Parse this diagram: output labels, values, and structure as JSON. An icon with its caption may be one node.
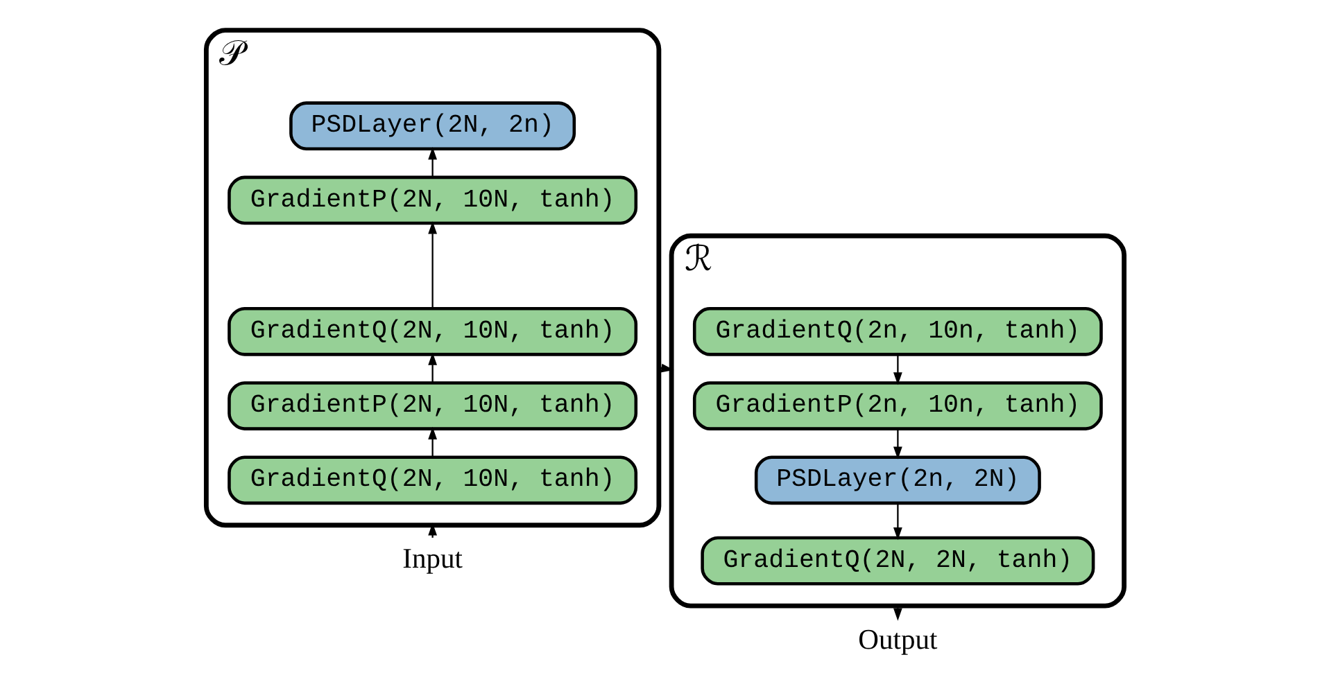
{
  "diagram": {
    "nodes": [
      {
        "text": [
          "𝒫"
        ]
      },
      {
        "text": [
          "PSDLayer(2N, 2n)"
        ],
        "in": 0
      },
      {
        "text": [
          "GradientP(2N, 10N, tanh)"
        ],
        "in": 0
      },
      {
        "text": [
          "GradientQ(2N, 10N, tanh)"
        ],
        "in": 0
      },
      {
        "text": [
          "GradientP(2N, 10N, tanh)"
        ],
        "in": 0
      },
      {
        "text": [
          "GradientQ(2N, 10N, tanh)"
        ],
        "in": 0
      },
      {
        "text": [
          "ℛ"
        ]
      },
      {
        "text": [
          "GradientQ(2n, 10n, tanh)"
        ],
        "in": 6
      },
      {
        "text": [
          "GradientP(2n, 10n, tanh)"
        ],
        "in": 6
      },
      {
        "text": [
          "PSDLayer(2n, 2N)"
        ],
        "in": 6
      },
      {
        "text": [
          "GradientQ(2N, 2N, tanh)"
        ],
        "in": 6
      },
      {
        "text": [
          "Input"
        ]
      },
      {
        "text": [
          "Output"
        ]
      }
    ],
    "edges": [
      {
        "from": 11,
        "to": 0,
        "arrow": "to"
      },
      {
        "from": 5,
        "to": 4,
        "arrow": "to"
      },
      {
        "from": 4,
        "to": 3,
        "arrow": "to"
      },
      {
        "from": 3,
        "to": 2,
        "arrow": "to"
      },
      {
        "from": 2,
        "to": 1,
        "arrow": "to"
      },
      {
        "from": 0,
        "to": 6,
        "arrow": "to"
      },
      {
        "from": 7,
        "to": 8,
        "arrow": "to"
      },
      {
        "from": 8,
        "to": 9,
        "arrow": "to"
      },
      {
        "from": 9,
        "to": 10,
        "arrow": "to"
      },
      {
        "from": 6,
        "to": 12,
        "arrow": "to"
      }
    ]
  }
}
